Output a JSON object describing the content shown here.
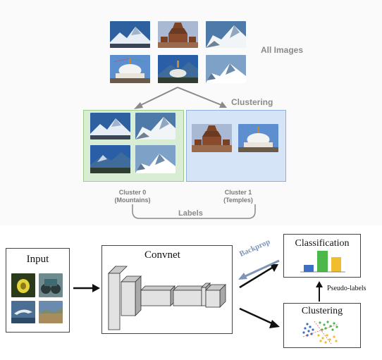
{
  "top": {
    "all_images_label": "All Images",
    "clustering_label": "Clustering",
    "cluster0_line1": "Cluster 0",
    "cluster0_line2": "(Mountains)",
    "cluster1_line1": "Cluster 1",
    "cluster1_line2": "(Temples)",
    "labels_label": "Labels"
  },
  "bottom": {
    "input_label": "Input",
    "convnet_label": "Convnet",
    "backprop_label": "Backprop",
    "classification_label": "Classification",
    "clustering_label": "Clustering",
    "pseudo_labels_label": "Pseudo-labels"
  },
  "colors": {
    "cluster0_fill": "#d9ecd4",
    "cluster0_border": "#9ccc8c",
    "cluster1_fill": "#d6e4f7",
    "cluster1_border": "#8fb0de",
    "bar_blue": "#3d6fc4",
    "bar_green": "#4db84a",
    "bar_yellow": "#f2bd2c",
    "backprop_arrow": "#7f95b8"
  }
}
